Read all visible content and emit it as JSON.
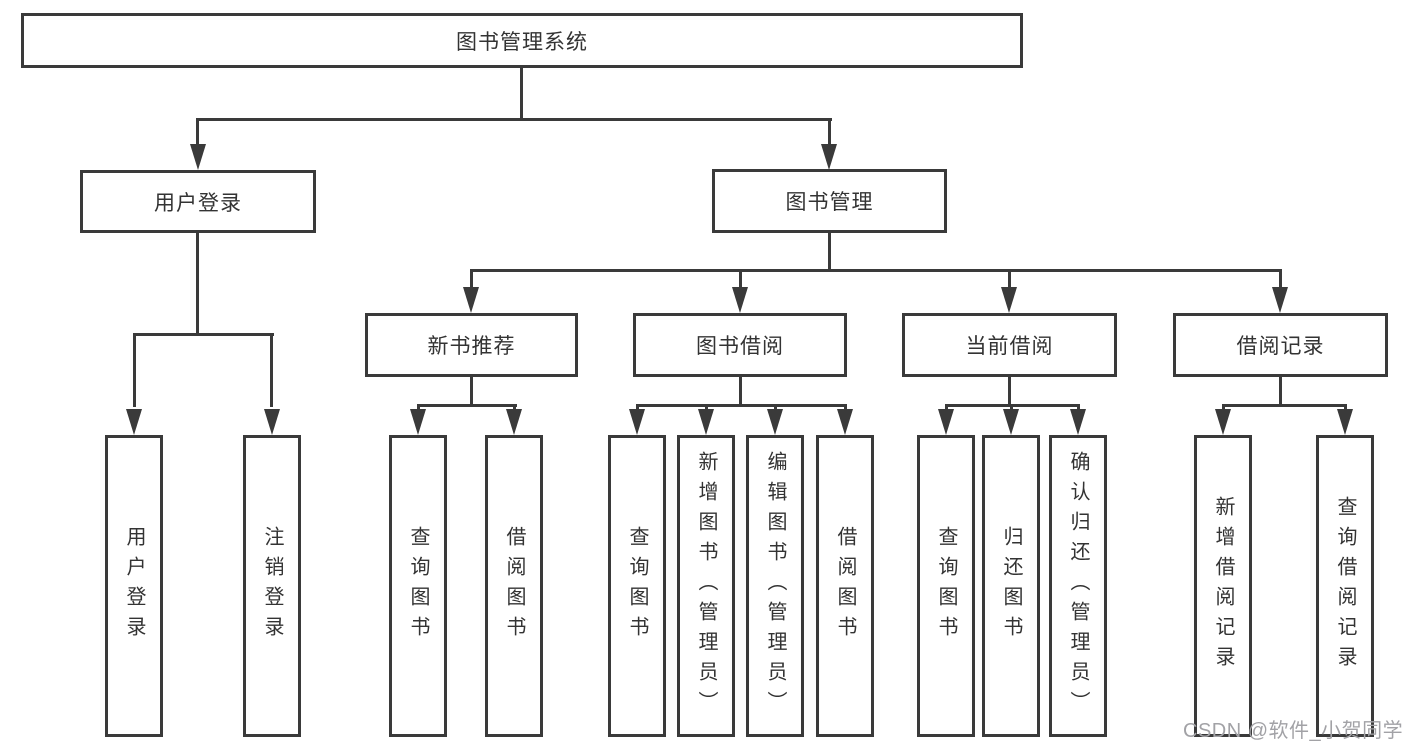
{
  "diagram": {
    "type": "tree",
    "root": {
      "label": "图书管理系统"
    },
    "level2": [
      {
        "label": "用户登录"
      },
      {
        "label": "图书管理"
      }
    ],
    "level3": [
      {
        "label": "新书推荐",
        "parent": "图书管理"
      },
      {
        "label": "图书借阅",
        "parent": "图书管理"
      },
      {
        "label": "当前借阅",
        "parent": "图书管理"
      },
      {
        "label": "借阅记录",
        "parent": "图书管理"
      }
    ],
    "leaves": [
      {
        "label": "用户登录",
        "parent": "用户登录"
      },
      {
        "label": "注销登录",
        "parent": "用户登录"
      },
      {
        "label": "查询图书",
        "parent": "新书推荐"
      },
      {
        "label": "借阅图书",
        "parent": "新书推荐"
      },
      {
        "label": "查询图书",
        "parent": "图书借阅"
      },
      {
        "label": "新增图书（管理员）",
        "parent": "图书借阅"
      },
      {
        "label": "编辑图书（管理员）",
        "parent": "图书借阅"
      },
      {
        "label": "借阅图书",
        "parent": "图书借阅"
      },
      {
        "label": "查询图书",
        "parent": "当前借阅"
      },
      {
        "label": "归还图书",
        "parent": "当前借阅"
      },
      {
        "label": "确认归还（管理员）",
        "parent": "当前借阅"
      },
      {
        "label": "新增借阅记录",
        "parent": "借阅记录"
      },
      {
        "label": "查询借阅记录",
        "parent": "借阅记录"
      }
    ]
  },
  "watermark": {
    "text": "CSDN @软件_小贺同学"
  },
  "colors": {
    "line": "#3a3a3a",
    "text": "#333333",
    "background": "#ffffff",
    "watermark": "#a2a2a6"
  }
}
